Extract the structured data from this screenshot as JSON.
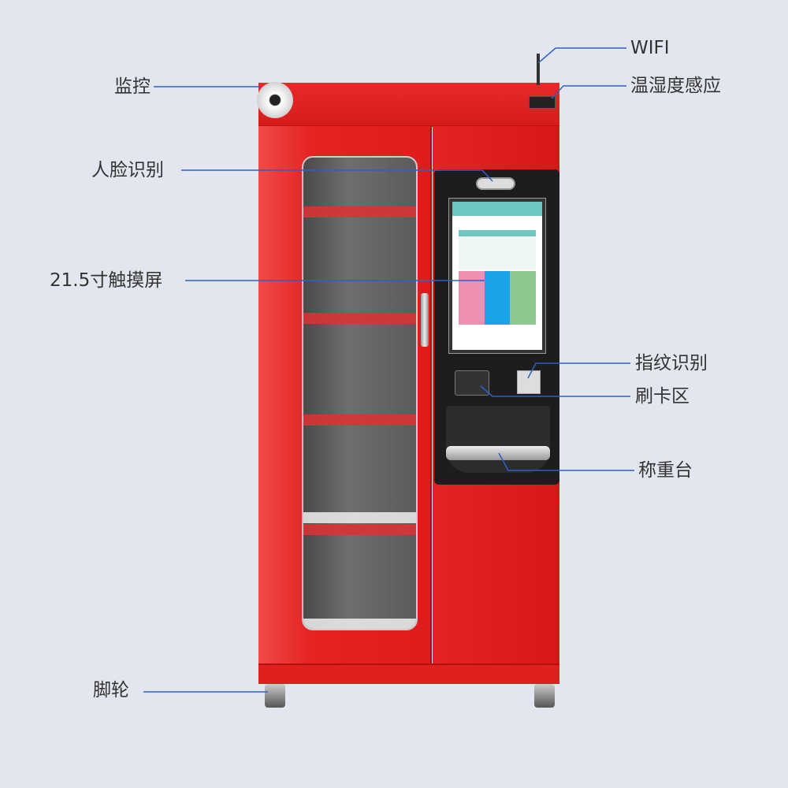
{
  "labels": {
    "camera": "监控",
    "wifi": "WIFI",
    "temp_humidity": "温湿度感应",
    "face_recognition": "人脸识别",
    "touchscreen": "21.5寸触摸屏",
    "fingerprint": "指纹识别",
    "card_area": "刷卡区",
    "weighing": "称重台",
    "casters": "脚轮"
  },
  "colors": {
    "background": "#e3e6ee",
    "cabinet": "#e01f1f",
    "leader_line": "#2f5fc9"
  }
}
